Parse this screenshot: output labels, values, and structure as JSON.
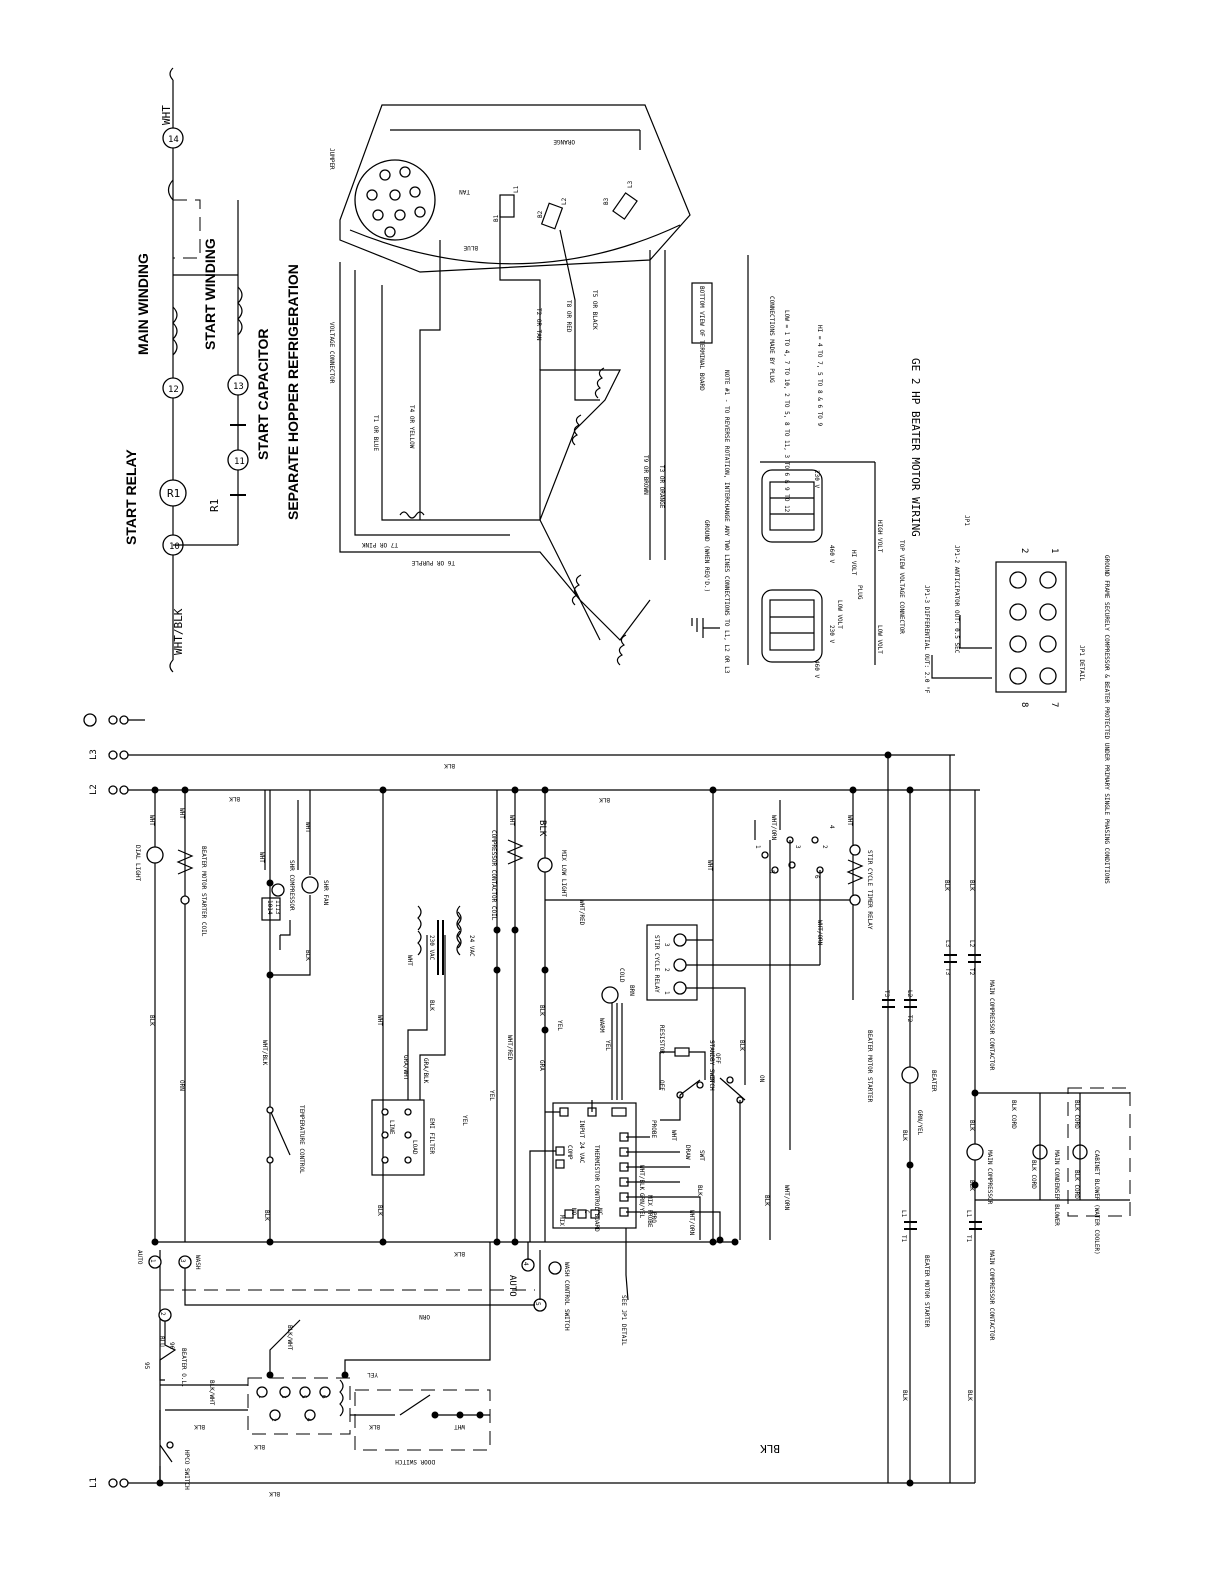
{
  "top": {
    "motor_title": "SEPARATE HOPPER REFRIGERATION",
    "start_relay": "START RELAY",
    "start_relay_tag": "R1",
    "r1": "R1",
    "main_winding": "MAIN WINDING",
    "start_winding": "START WINDING",
    "start_capacitor": "START CAPACITOR",
    "terminals": [
      "10",
      "11",
      "12",
      "13",
      "14"
    ],
    "wht_blk": "WHT/BLK",
    "wht": "WHT",
    "beater_wiring_title": "GE 2 HP BEATER MOTOR WIRING",
    "bottom_view": "BOTTOM VIEW OF TERMINAL BOARD",
    "jumper": "JUMPER",
    "voltage_connector": "VOLTAGE CONNECTOR",
    "orange": "ORANGE",
    "tan": "TAN",
    "blue": "BLUE",
    "leads": [
      "T1 OR BLUE",
      "T4 OR YELLOW",
      "T7 OR PINK",
      "T6 OR PURPLE",
      "T2 OR TAN",
      "T8 OR RED",
      "T5 OR BLACK",
      "T9 OR BROWN",
      "T3 OR ORANGE"
    ],
    "board_marks": [
      "L1",
      "B1",
      "L2",
      "B2",
      "L3",
      "B3"
    ],
    "ground_note": "GROUND (WHEN REQ'D.)",
    "note1": "NOTE #1 - TO REVERSE ROTATION, INTERCHANGE ANY TWO LINES CONNECTIONS TO L1, L2 OR L3",
    "connections_title": "CONNECTIONS MADE BY PLUG",
    "low_conn": "LOW = 1 TO 4, 7 TO 10, 2 TO 5, 8 TO 11, 3 TO 6 & 9 TO 12",
    "hi_conn": "HI = 4 TO 7, 5 TO 8 & 6 TO 9",
    "top_view": "TOP VIEW VOLTAGE CONNECTOR",
    "low_volt": "LOW VOLT",
    "high_volt": "HIGH VOLT",
    "hi_volt": "HI VOLT",
    "plug": "PLUG",
    "v460": "460 V",
    "v230": "230 V",
    "jp1_3": "JP1-3 DIFFERENTIAL OUT: 2.0 °F",
    "jp1_2": "JP1-2 ANTICIPATOR OUT: 0.5 SEC",
    "jp1": "JP1",
    "jp1_nums": [
      "2",
      "1",
      "8",
      "7"
    ],
    "jp1_detail": "JP1 DETAIL",
    "jp1_note": "GROUND FRAME SECURELY COMPRESSOR & BEATER PROTECTED UNDER PRIMARY SINGLE PHASING CONDITIONS"
  },
  "bottom": {
    "lines": [
      "L1",
      "L2",
      "L3"
    ],
    "blk": "BLK",
    "wht": "WHT",
    "orn": "ORN",
    "yel": "YEL",
    "gra": "GRA",
    "brn": "BRN",
    "dial_light": "DIAL LIGHT",
    "beater_motor_starter_coil": "BEATER MOTOR STARTER COIL",
    "shr_compressor": "SHR COMPRESSOR",
    "shr_fan": "SHR FAN",
    "temperature_control": "TEMPERATURE CONTROL",
    "wht_blk": "WHT/BLK",
    "line": "LINE",
    "load": "LOAD",
    "emi_filter": "EMI FILTER",
    "gra_wht": "GRA/WHT",
    "gra_blk": "GRA/BLK",
    "vac230": "230 VAC",
    "vac24": "24 VAC",
    "wht_red": "WHT/RED",
    "compressor_contactor_coil": "COMPRESSOR CONTACTOR COIL",
    "mix_low_light": "MIX LOW LIGHT",
    "stir_cycle_relay": "STIR CYCLE RELAY",
    "stir_cycle_timer_relay": "STIR CYCLE TIMER RELAY",
    "wht_orn": "WHT/ORN",
    "cold": "COLD",
    "warm": "WARM",
    "resistor": "RESISTOR",
    "standby_switch": "STANDBY SWITCH",
    "off": "OFF",
    "on": "ON",
    "thermistor_control_board": "THERMISTOR CONTROL BOARD",
    "input_24vac": "INPUT 24 VAC",
    "comp": "COMP",
    "probe": "PROBE",
    "draw": "DRAW",
    "swt": "SWT",
    "mix": "MIX",
    "nc": "NC",
    "no": "NO",
    "c": "C",
    "mix_probe": "MIX PROBE",
    "pro": "PRO",
    "grn_yel": "GRN/YEL",
    "see_jp1": "SEE JP1 DETAIL",
    "auto": "AUTO",
    "wash": "WASH",
    "wash_control_switch": "WASH CONTROL SWITCH",
    "switch_nums": [
      "1",
      "2",
      "3",
      "4",
      "5"
    ],
    "blu": "BLU",
    "beater_ol": "BEATER O.L.",
    "n95": "95",
    "n96": "96",
    "blk_wht": "BLK/WHT",
    "hpco_switch": "HPCO SWITCH",
    "door_switch": "DOOR SWITCH",
    "beater_motor_starter": "BEATER MOTOR STARTER",
    "main_compressor_contactor": "MAIN COMPRESSOR CONTACTOR",
    "beater": "BEATER",
    "main_compressor": "MAIN COMPRESSOR",
    "main_condenser_blower": "MAIN CONDENSER BLOWER",
    "cabinet_blower": "CABINET BLOWER (WATER COOLER)",
    "blk_cord": "BLK CORD",
    "grn_yel2": "GRN/YEL",
    "t_marks": [
      "T1",
      "T2",
      "T3"
    ],
    "l_marks": [
      "L1",
      "L2",
      "L3"
    ],
    "relay_nums": [
      "1",
      "2",
      "3"
    ],
    "timer_nums": [
      "1",
      "2",
      "3",
      "4",
      "5",
      "6"
    ],
    "plug_nums": [
      "1",
      "3",
      "5",
      "6",
      "2",
      "4"
    ],
    "n1014": "1014",
    "n1113": "1113"
  }
}
